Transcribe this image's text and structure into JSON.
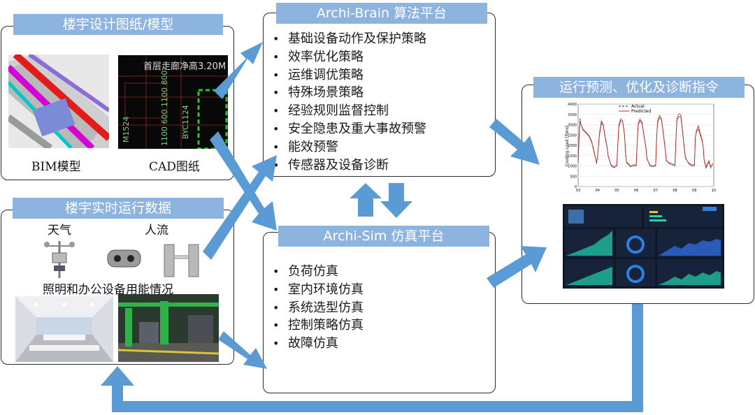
{
  "panels": {
    "design": {
      "title": "楼宇设计图纸/模型",
      "bim_caption": "BIM模型",
      "cad_caption": "CAD图纸",
      "cad_text": "首层走廊净高3.20M"
    },
    "realtime": {
      "title": "楼宇实时运行数据",
      "weather": "天气",
      "people": "人流",
      "equipment": "照明和办公设备用能情况"
    },
    "brain": {
      "title": "Archi-Brain 算法平台",
      "items": [
        "基础设备动作及保护策略",
        "效率优化策略",
        "运维调优策略",
        "特殊场景策略",
        "经验规则监督控制",
        "安全隐患及重大事故预警",
        "能效预警",
        "传感器及设备诊断"
      ]
    },
    "sim": {
      "title": "Archi-Sim 仿真平台",
      "items": [
        "负荷仿真",
        "室内环境仿真",
        "系统选型仿真",
        "控制策略仿真",
        "故障仿真"
      ]
    },
    "output": {
      "title": "运行预测、优化及诊断指令",
      "chart_ylabel": "Cooling Load (Tons)",
      "legend_actual": "Actual",
      "legend_predicted": "Predicted"
    }
  },
  "chart_data": {
    "type": "line",
    "title": "",
    "xlabel": "",
    "ylabel": "Cooling Load (Tons)",
    "x_ticks": [
      "03",
      "04",
      "05",
      "06",
      "07",
      "08",
      "09",
      "10"
    ],
    "y_ticks": [
      "0",
      "500",
      "1000",
      "1500",
      "2000",
      "2500",
      "3000",
      "3500",
      "4000"
    ],
    "ylim": [
      0,
      4000
    ],
    "x": [
      0,
      0.05,
      0.1,
      0.15,
      0.25,
      0.4,
      0.55,
      0.7,
      0.85,
      0.95,
      1.0,
      1.1,
      1.2,
      1.3,
      1.4,
      1.5,
      1.55,
      1.7,
      1.85,
      2.0,
      2.05,
      2.1,
      2.2,
      2.3,
      2.4,
      2.45,
      2.5,
      2.55,
      2.7,
      2.85,
      3.0,
      3.05,
      3.1,
      3.2,
      3.3,
      3.4,
      3.5,
      3.55,
      3.7,
      3.85,
      4.0,
      4.05,
      4.1,
      4.2,
      4.3,
      4.4,
      4.5,
      4.55,
      4.7,
      4.85,
      5.0,
      5.05,
      5.1,
      5.2,
      5.3,
      5.4,
      5.5,
      5.55,
      5.7,
      5.85,
      6.0,
      6.05,
      6.1,
      6.2,
      6.3,
      6.4,
      6.45,
      6.5,
      6.6,
      6.75,
      6.85,
      6.95
    ],
    "series": [
      {
        "name": "Actual",
        "values": [
          1200,
          2500,
          3300,
          3000,
          2800,
          2650,
          2500,
          2200,
          1600,
          1100,
          1400,
          2600,
          3200,
          3000,
          2400,
          1900,
          1500,
          1000,
          900,
          1000,
          2100,
          3000,
          3300,
          3200,
          2500,
          1600,
          1200,
          1100,
          950,
          1000,
          1000,
          2200,
          3100,
          3300,
          3100,
          2500,
          1900,
          1400,
          1000,
          950,
          1000,
          2300,
          3200,
          3450,
          3300,
          2600,
          1800,
          1300,
          1100,
          1050,
          1000,
          2400,
          3300,
          3550,
          3500,
          2600,
          1700,
          1400,
          1100,
          1000,
          1000,
          2400,
          2600,
          2800,
          2500,
          2200,
          1900,
          1300,
          900,
          1200,
          900,
          1150
        ]
      },
      {
        "name": "Predicted",
        "values": [
          1150,
          2400,
          3150,
          3000,
          2750,
          2600,
          2450,
          2150,
          1550,
          1150,
          1450,
          2500,
          3100,
          2950,
          2350,
          1850,
          1450,
          1050,
          950,
          1050,
          2050,
          2900,
          3200,
          3150,
          2450,
          1550,
          1150,
          1150,
          1000,
          1050,
          1050,
          2150,
          3000,
          3200,
          3050,
          2450,
          1850,
          1350,
          1050,
          1000,
          1050,
          2250,
          3100,
          3350,
          3250,
          2550,
          1750,
          1250,
          1150,
          1100,
          1050,
          2350,
          3200,
          3400,
          3400,
          2550,
          1650,
          1350,
          1150,
          1050,
          1050,
          2350,
          2700,
          2950,
          2600,
          2250,
          1950,
          1350,
          950,
          1250,
          950,
          1100
        ]
      }
    ]
  },
  "colors": {
    "accent": "#8db3df",
    "arrow": "#5b9bd5",
    "actual": "#1f1f1f",
    "predicted": "#d22020"
  }
}
